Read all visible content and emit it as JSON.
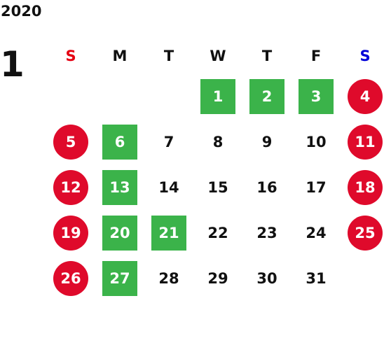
{
  "calendar": {
    "year": "2020",
    "month": "1",
    "weekdays": [
      "S",
      "M",
      "T",
      "W",
      "T",
      "F",
      "S"
    ],
    "weekday_colors": [
      "#e50012",
      "#111111",
      "#111111",
      "#111111",
      "#111111",
      "#111111",
      "#0000d8"
    ],
    "colors": {
      "red_circle": "#df0a2b",
      "green_square": "#3bb34a"
    },
    "weeks": [
      [
        null,
        null,
        null,
        {
          "d": "1",
          "m": "green"
        },
        {
          "d": "2",
          "m": "green"
        },
        {
          "d": "3",
          "m": "green"
        },
        {
          "d": "4",
          "m": "red"
        }
      ],
      [
        {
          "d": "5",
          "m": "red"
        },
        {
          "d": "6",
          "m": "green"
        },
        {
          "d": "7"
        },
        {
          "d": "8"
        },
        {
          "d": "9"
        },
        {
          "d": "10"
        },
        {
          "d": "11",
          "m": "red"
        }
      ],
      [
        {
          "d": "12",
          "m": "red"
        },
        {
          "d": "13",
          "m": "green"
        },
        {
          "d": "14"
        },
        {
          "d": "15"
        },
        {
          "d": "16"
        },
        {
          "d": "17"
        },
        {
          "d": "18",
          "m": "red"
        }
      ],
      [
        {
          "d": "19",
          "m": "red"
        },
        {
          "d": "20",
          "m": "green"
        },
        {
          "d": "21",
          "m": "green"
        },
        {
          "d": "22"
        },
        {
          "d": "23"
        },
        {
          "d": "24"
        },
        {
          "d": "25",
          "m": "red"
        }
      ],
      [
        {
          "d": "26",
          "m": "red"
        },
        {
          "d": "27",
          "m": "green"
        },
        {
          "d": "28"
        },
        {
          "d": "29"
        },
        {
          "d": "30"
        },
        {
          "d": "31"
        },
        null
      ]
    ]
  }
}
